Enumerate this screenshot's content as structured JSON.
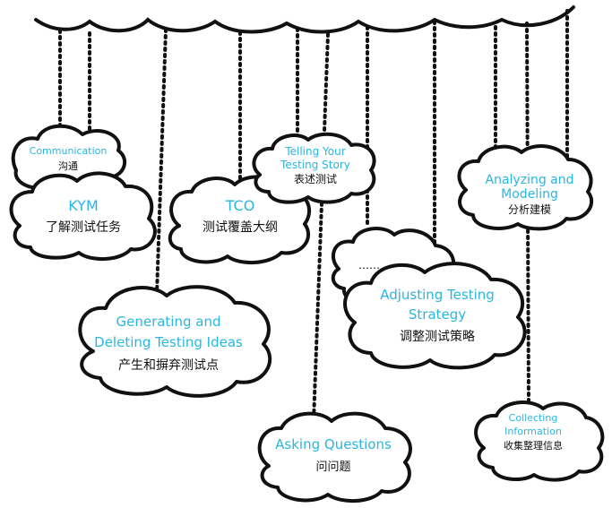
{
  "diagram": {
    "line_color": "#111111",
    "accent_color": "#29b6e0",
    "nodes": [
      {
        "id": "communication",
        "en": "Communication",
        "zh": "沟通"
      },
      {
        "id": "kym",
        "en": "KYM",
        "zh": "了解测试任务"
      },
      {
        "id": "tco",
        "en": "TCO",
        "zh": "测试覆盖大纲"
      },
      {
        "id": "telling",
        "en": "Telling Your Testing Story",
        "en_lines": [
          "Telling Your",
          "Testing Story"
        ],
        "zh": "表述测试"
      },
      {
        "id": "ellipsis",
        "text": "……"
      },
      {
        "id": "analyzing",
        "en": "Analyzing and Modeling",
        "en_lines": [
          "Analyzing and",
          "Modeling"
        ],
        "zh": "分析建模"
      },
      {
        "id": "adjusting",
        "en": "Adjusting Testing Strategy",
        "en_lines": [
          "Adjusting Testing",
          "Strategy"
        ],
        "zh": "调整测试策略"
      },
      {
        "id": "generating",
        "en": "Generating and Deleting Testing Ideas",
        "en_lines": [
          "Generating and",
          "Deleting Testing Ideas"
        ],
        "zh": "产生和摒弃测试点"
      },
      {
        "id": "asking",
        "en": "Asking Questions",
        "zh": "问问题"
      },
      {
        "id": "collecting",
        "en": "Collecting Information",
        "en_lines": [
          "Collecting",
          "Information"
        ],
        "zh": "收集整理信息"
      }
    ]
  }
}
